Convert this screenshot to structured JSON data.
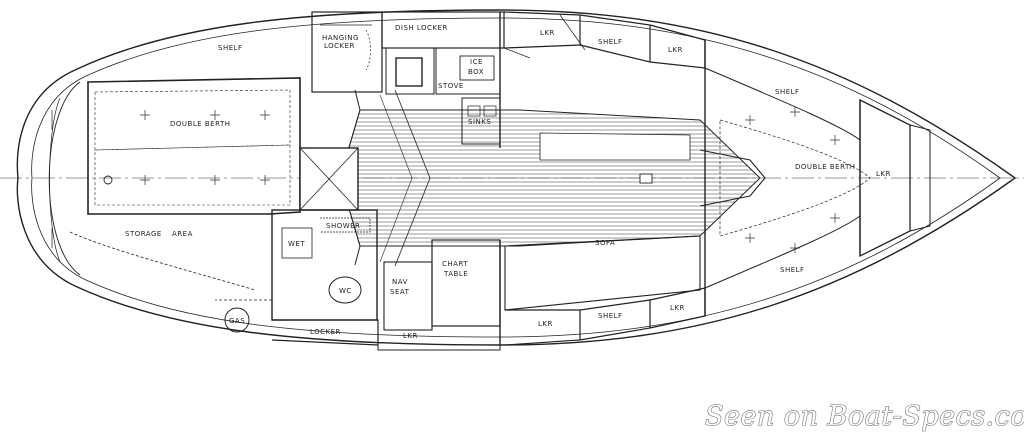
{
  "labels": {
    "shelf_upper_aft": "SHELF",
    "hanging_locker": "HANGING",
    "hanging_locker_2": "LOCKER",
    "dish_locker": "DISH LOCKER",
    "lkr_upper_1": "LKR",
    "shelf_upper_mid": "SHELF",
    "lkr_upper_2": "LKR",
    "ice_box_1": "ICE",
    "ice_box_2": "BOX",
    "sinks": "SINKS",
    "stove": "STOVE",
    "double_berth_aft": "DOUBLE BERTH",
    "shelf_fwd_upper": "SHELF",
    "double_berth_fwd": "DOUBLE BERTH",
    "lkr_bow": "LKR",
    "storage_area_1": "STORAGE",
    "storage_area_2": "AREA",
    "wet_locker": "WET",
    "shower": "SHOWER",
    "wc": "WC",
    "chart_table_1": "CHART",
    "chart_table_2": "TABLE",
    "nav_seat_1": "NAV",
    "nav_seat_2": "SEAT",
    "sofa": "SOFA",
    "shelf_fwd_lower": "SHELF",
    "gas": "GAS",
    "locker_aft": "LOCKER",
    "lkr_lower_1": "LKR",
    "lkr_lower_2": "LKR",
    "shelf_lower_mid": "SHELF",
    "lkr_lower_3": "LKR"
  },
  "watermark": "Seen on Boat-Specs.com",
  "colors": {
    "line": "#222222",
    "background": "#ffffff",
    "watermark_stroke": "#6a6a6a"
  }
}
